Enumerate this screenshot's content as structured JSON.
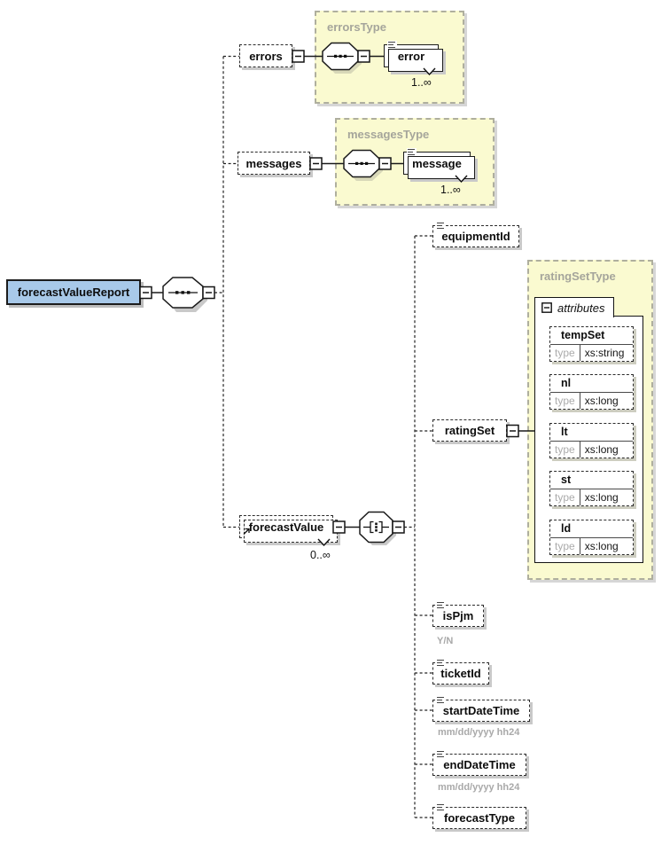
{
  "diagram": {
    "root": {
      "label": "forecastValueReport"
    },
    "errors": {
      "label": "errors"
    },
    "errorsType": {
      "title": "errorsType",
      "child": {
        "label": "error",
        "cardinality": "1..∞"
      }
    },
    "messages": {
      "label": "messages"
    },
    "messagesType": {
      "title": "messagesType",
      "child": {
        "label": "message",
        "cardinality": "1..∞"
      }
    },
    "equipmentId": {
      "label": "equipmentId"
    },
    "ratingSet": {
      "label": "ratingSet"
    },
    "ratingSetType": {
      "title": "ratingSetType",
      "attributesLabel": "attributes",
      "attributes": [
        {
          "name": "tempSet",
          "typeLabel": "type",
          "typeValue": "xs:string"
        },
        {
          "name": "nl",
          "typeLabel": "type",
          "typeValue": "xs:long"
        },
        {
          "name": "lt",
          "typeLabel": "type",
          "typeValue": "xs:long"
        },
        {
          "name": "st",
          "typeLabel": "type",
          "typeValue": "xs:long"
        },
        {
          "name": "ld",
          "typeLabel": "type",
          "typeValue": "xs:long"
        }
      ]
    },
    "forecastValue": {
      "label": "forecastValue",
      "cardinality": "0..∞"
    },
    "isPjm": {
      "label": "isPjm",
      "annotation": "Y/N"
    },
    "ticketId": {
      "label": "ticketId"
    },
    "startDateTime": {
      "label": "startDateTime",
      "annotation": "mm/dd/yyyy hh24"
    },
    "endDateTime": {
      "label": "endDateTime",
      "annotation": "mm/dd/yyyy hh24"
    },
    "forecastType": {
      "label": "forecastType"
    }
  },
  "colors": {
    "root_fill": "#A8C9E9",
    "type_box_fill": "#FAFAD0",
    "type_title_text": "#A5A59B",
    "annotation_text": "#A9A9A9",
    "line": "#222222",
    "shadow": "#C9C9C9"
  }
}
